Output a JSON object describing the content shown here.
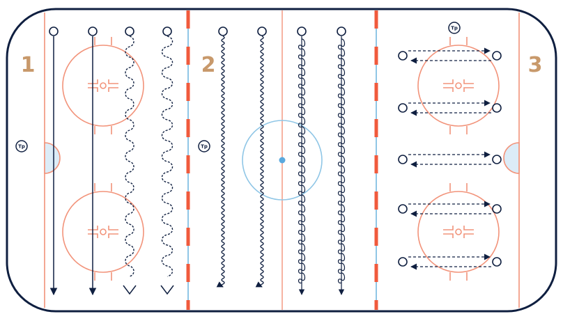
{
  "zones": [
    {
      "label": "1"
    },
    {
      "label": "2"
    },
    {
      "label": "3"
    }
  ],
  "coach_label": "Tp",
  "colors": {
    "boards": "#0f1f40",
    "red_line": "#f05a3c",
    "center_line": "#f4a08a",
    "blue_line": "#8fc6e6",
    "faceoff": "#f2937a",
    "crease_fill": "#dcecf7",
    "zone_number": "#c8996b",
    "player": "#0f1f40",
    "center_dot": "#5aa9de"
  },
  "icons": [
    "player-circle-icon",
    "coach-marker-icon",
    "arrow-down-icon",
    "arrow-left-icon",
    "arrow-right-icon"
  ]
}
